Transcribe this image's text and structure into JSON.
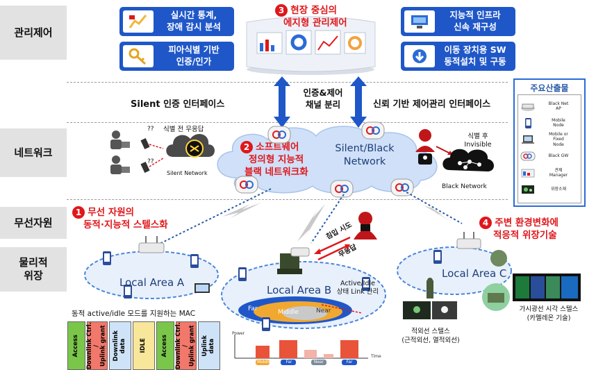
{
  "layers": {
    "management": "관리제어",
    "network": "네트워크",
    "radio": "무선자원",
    "physical": "물리적\n위장"
  },
  "mgmt": {
    "title_num": "3",
    "title_line1": "현장 중심의",
    "title_line2": "에지형 관리제어",
    "tile1_line1": "실시간 통계,",
    "tile1_line2": "장애 감시 분석",
    "tile2_line1": "피아식별 기반",
    "tile2_line2": "인증/인가",
    "tile3_line1": "지능적 인프라",
    "tile3_line2": "신속 재구성",
    "tile4_line1": "이동 장치용 SW",
    "tile4_line2": "동적설치 및 구동"
  },
  "interfaces": {
    "silent": "Silent 인증 인터페이스",
    "channel_line1": "인증&제어",
    "channel_line2": "채널 분리",
    "trust": "신뢰 기반 제어관리 인터페이스"
  },
  "network": {
    "pre_id": "식별 전 무응답",
    "qmarks": "??",
    "silent_network": "Silent Network",
    "sdn_num": "2",
    "sdn_line1": "소프트웨어",
    "sdn_line2": "정의형 지능적",
    "sdn_line3": "블랙 네트워크화",
    "core_line1": "Silent/Black",
    "core_line2": "Network",
    "post_id_line1": "식별 후",
    "post_id_line2": "Invisible",
    "black_network": "Black Network"
  },
  "radio": {
    "num": "1",
    "line1": "무선 자원의",
    "line2": "동적·지능적 스텔스화",
    "intrusion": "침입 시도",
    "no_response": "무응답",
    "c4_num": "4",
    "c4_line1": "주변 환경변화에",
    "c4_line2": "적응적 위장기술"
  },
  "areas": {
    "a": "Local Area A",
    "b": "Local Area B",
    "c": "Local Area C",
    "b_note_line1": "Active/Idle",
    "b_note_line2": "상태 Link 관리",
    "far": "Far",
    "middle": "Middle",
    "near": "Near"
  },
  "mac": {
    "title": "동적 active/idle 모드를 지원하는 MAC",
    "cells": [
      "Access",
      "Downlink Ctrl. /\nUplink grant",
      "Downlink\ndata",
      "IDLE",
      "Access",
      "Downlink Ctrl. /\nUplink grant",
      "Uplink\ndata"
    ]
  },
  "power_chart": {
    "ylabel": "Power",
    "xlabel": "Time",
    "labels": [
      "Middle",
      "Far",
      "Near",
      "Far"
    ]
  },
  "stealth": {
    "ir_line1": "적외선 스텔스",
    "ir_line2": "(근적외선, 열적외선)",
    "vis_line1": "가시광선 시각 스텔스",
    "vis_line2": "(카멜레온 기술)"
  },
  "legend": {
    "title": "주요산출물",
    "items": [
      "Black Net\nAP",
      "Mobile\nNode",
      "Mobile or\nFixed\nNode",
      "Black GW",
      "관제\nManager",
      "위장소재"
    ]
  },
  "colors": {
    "accent_red": "#e0171b",
    "tile_blue": "#1f57c8",
    "cloud_blue": "#cfe0f8",
    "area_blue": "#4a86d9"
  }
}
